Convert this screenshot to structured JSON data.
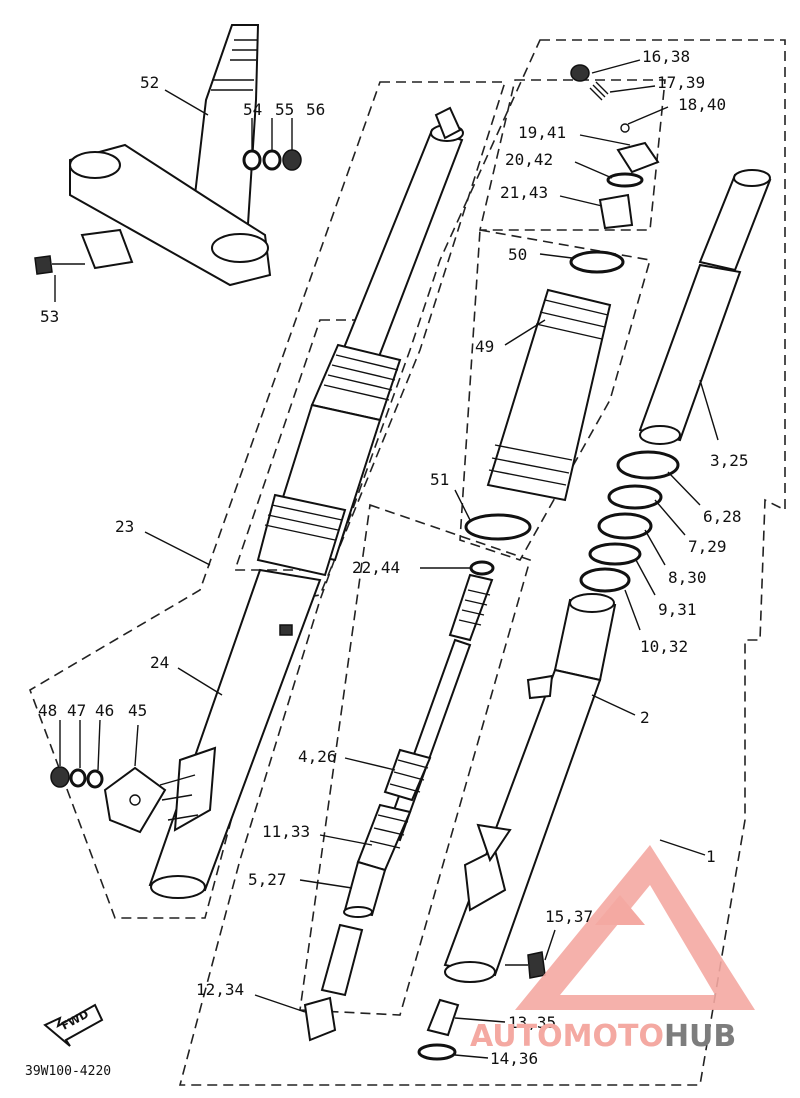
{
  "diagram": {
    "part_code": "39W100-4220",
    "direction_label": "FWD",
    "watermark": {
      "part1": "AUTOMOTO",
      "part2": "HUB",
      "accent_color": "#f4a9a2",
      "secondary_color": "#7d7d7d"
    },
    "callouts": [
      "16,38",
      "17,39",
      "18,40",
      "19,41",
      "20,42",
      "21,43",
      "50",
      "49",
      "51",
      "3,25",
      "6,28",
      "7,29",
      "8,30",
      "9,31",
      "10,32",
      "2",
      "1",
      "15,37",
      "13,35",
      "14,36",
      "12,34",
      "5,27",
      "11,33",
      "4,26",
      "22,44",
      "23",
      "24",
      "52",
      "53",
      "54",
      "55",
      "56",
      "48",
      "47",
      "46",
      "45"
    ]
  }
}
